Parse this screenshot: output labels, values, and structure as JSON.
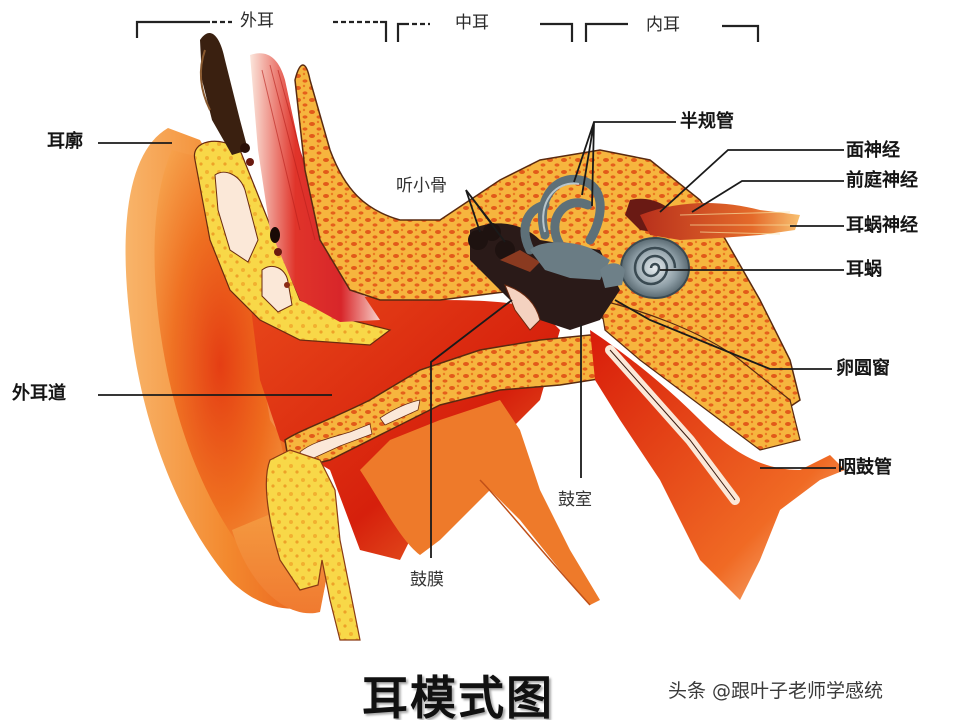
{
  "diagram": {
    "title": "耳模式图",
    "watermark": "头条 @跟叶子老师学感统",
    "regions": [
      {
        "id": "outer-ear",
        "label": "外耳"
      },
      {
        "id": "middle-ear",
        "label": "中耳"
      },
      {
        "id": "inner-ear",
        "label": "内耳"
      }
    ],
    "labels": {
      "auricle": "耳廓",
      "external_auditory_canal": "外耳道",
      "ossicles": "听小骨",
      "tympanic_membrane": "鼓膜",
      "tympanic_cavity": "鼓室",
      "semicircular_canals": "半规管",
      "facial_nerve": "面神经",
      "vestibular_nerve": "前庭神经",
      "cochlear_nerve": "耳蜗神经",
      "cochlea": "耳蜗",
      "oval_window": "卵圆窗",
      "eustachian_tube": "咽鼓管"
    },
    "colors": {
      "background": "#ffffff",
      "skin": "#f08a2a",
      "skin_dark": "#e0401a",
      "canal_red": "#d8260e",
      "bone": "#f5b23a",
      "bone_spots": "#e0561a",
      "cartilage": "#f7d84a",
      "inner_ear_gray": "#6f8088",
      "muscle_red": "#d8302a",
      "hair": "#3a2010",
      "leader_line": "#1a1a1a"
    }
  }
}
